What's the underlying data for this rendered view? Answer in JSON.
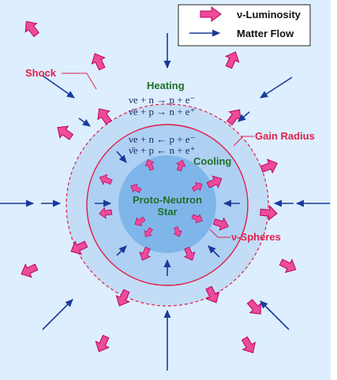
{
  "colors": {
    "background": "#ddeeff",
    "outer_region": "#c4ddf6",
    "gain_region": "#aed0f2",
    "core": "#7fb6ea",
    "shock_line": "#e0204a",
    "gain_line": "#e0204a",
    "arrow_fill": "#ee4b9a",
    "arrow_stroke": "#b8005f",
    "flow_arrow": "#1a3a9a",
    "label_red": "#e0204a",
    "label_green": "#206f2a",
    "label_navy": "#1a2a6a"
  },
  "legend": {
    "luminosity_label": "ν-Luminosity",
    "matter_flow_label": "Matter Flow"
  },
  "labels": {
    "shock": "Shock",
    "heating": "Heating",
    "gain_radius": "Gain Radius",
    "cooling": "Cooling",
    "proto_neutron_line1": "Proto-Neutron",
    "proto_neutron_line2": "Star",
    "nu_spheres": "ν-Spheres"
  },
  "equations": {
    "heating_1": "νe + n → p + e⁻",
    "heating_2": "ν̄e + p → n + e⁺",
    "cooling_1": "νe + n ← p + e⁻",
    "cooling_2": "ν̄e + p ← n + e⁺"
  }
}
